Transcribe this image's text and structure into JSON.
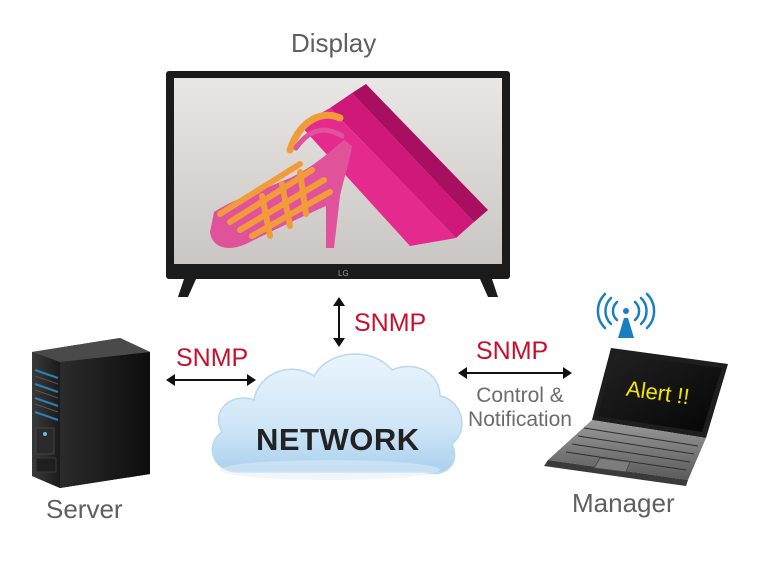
{
  "labels": {
    "display": "Display",
    "server": "Server",
    "manager": "Manager",
    "network": "NETWORK",
    "snmp_top": "SNMP",
    "snmp_left": "SNMP",
    "snmp_right": "SNMP",
    "control_line1": "Control &",
    "control_line2": "Notification",
    "alert": "Alert !!",
    "tv_brand": "LG"
  },
  "colors": {
    "protocol_label": "#c8102e",
    "caption": "#5f5f5f",
    "cloud_fill": "#cfe6f7",
    "alert_text": "#f2e600",
    "antenna": "#1a7fc0"
  },
  "icons": [
    "display-icon",
    "server-icon",
    "cloud-icon",
    "laptop-icon",
    "antenna-icon",
    "double-arrow-icon"
  ]
}
